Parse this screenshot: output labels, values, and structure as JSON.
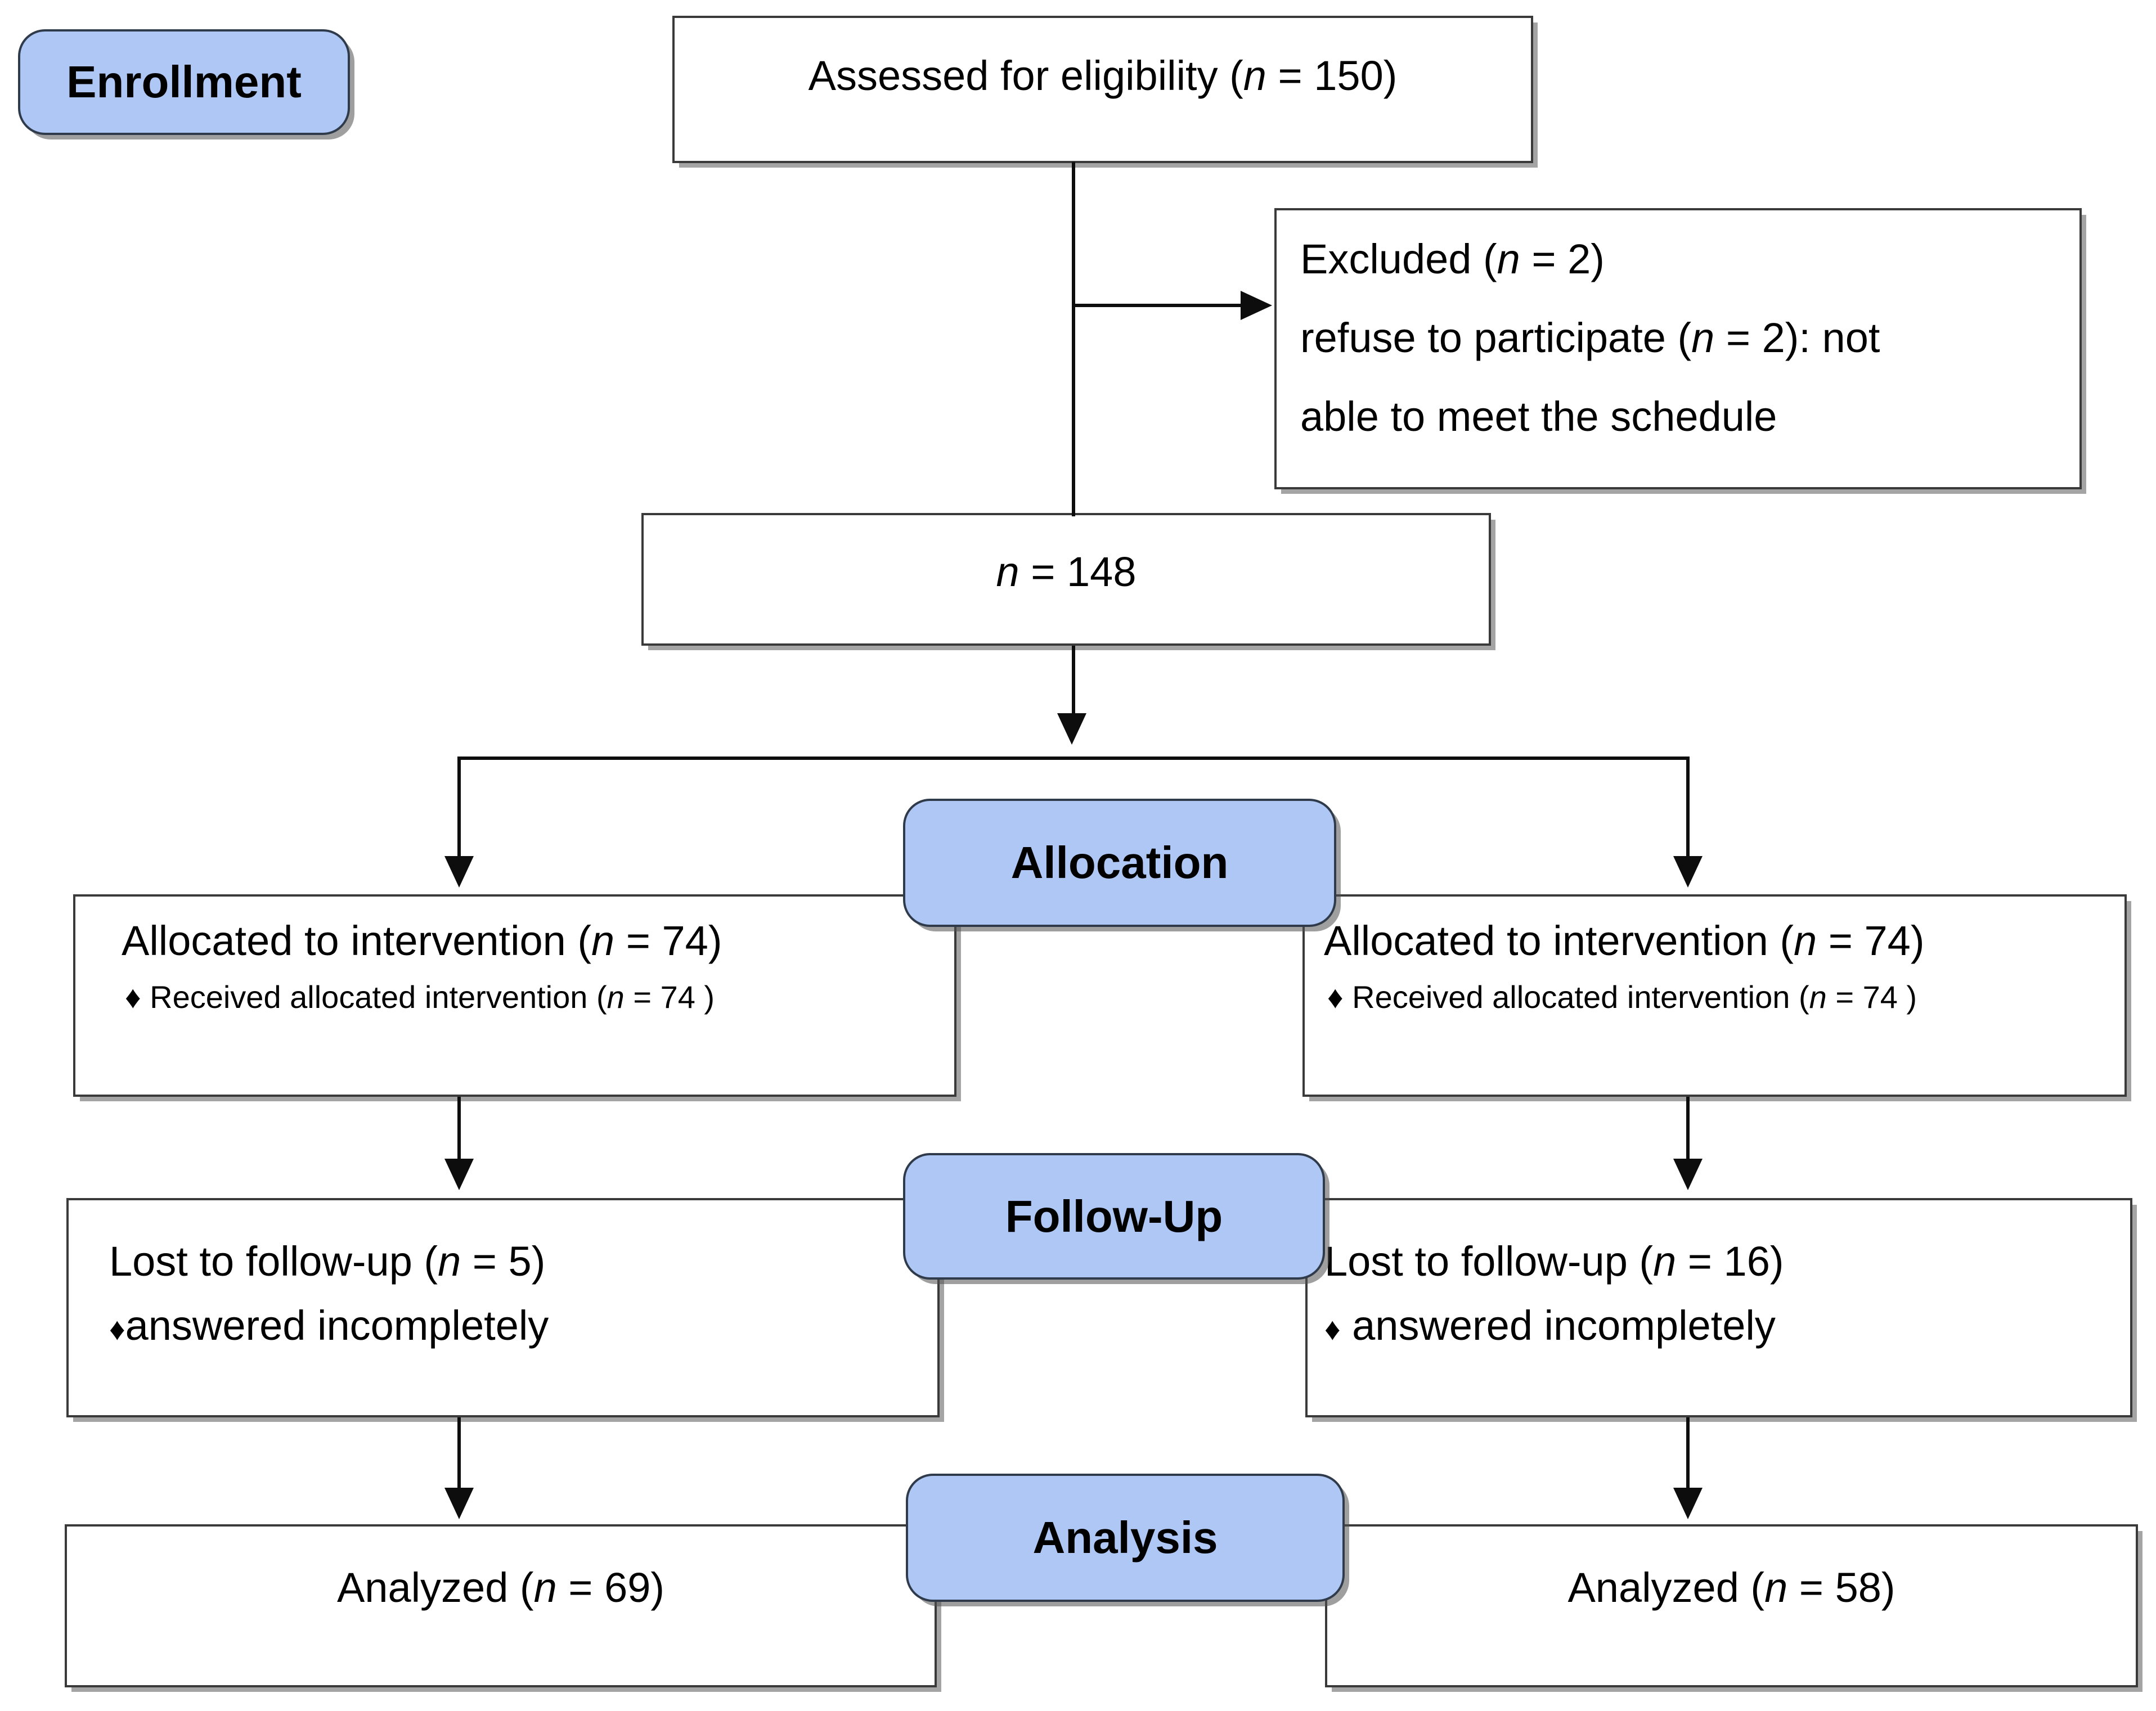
{
  "diagram": {
    "type": "consort-flow-diagram",
    "accent_color": "#aec7f5",
    "line_color": "#0d0d0d",
    "border_color": "#3a3a3a"
  },
  "stage_badges": {
    "enrollment": "Enrollment",
    "allocation": "Allocation",
    "followup": "Follow-Up",
    "analysis": "Analysis"
  },
  "enrollment": {
    "assessed": {
      "prefix": "Assessed for eligibility (",
      "n_symbol": "n",
      "value": " = 150)"
    },
    "excluded": {
      "line1_prefix": "Excluded (",
      "line1_n": "n",
      "line1_value": " = 2)",
      "line2_prefix": "refuse to participate (",
      "line2_n": "n",
      "line2_value": " = 2): not",
      "line3": "able to meet the schedule"
    },
    "randomized": {
      "n_symbol": "n",
      "value": " = 148"
    }
  },
  "allocation": {
    "left": {
      "title_prefix": "Allocated to intervention (",
      "title_n": "n",
      "title_value": " = 74)",
      "bullet": "♦",
      "sub_prefix": " Received allocated intervention (",
      "sub_n": "n",
      "sub_value": " = 74 )"
    },
    "right": {
      "title_prefix": "Allocated to intervention (",
      "title_n": "n",
      "title_value": " = 74)",
      "bullet": "♦",
      "sub_prefix": " Received allocated intervention (",
      "sub_n": "n",
      "sub_value": " = 74 )"
    }
  },
  "followup": {
    "left": {
      "title_prefix": "Lost to follow-up (",
      "title_n": "n",
      "title_value": " = 5)",
      "bullet": "♦",
      "sub": "answered incompletely"
    },
    "right": {
      "title_prefix": "Lost to follow-up (",
      "title_n": "n",
      "title_value": " = 16)",
      "bullet": "♦",
      "sub": " answered incompletely"
    }
  },
  "analysis": {
    "left": {
      "prefix": "Analyzed (",
      "n_symbol": "n",
      "value": " = 69)"
    },
    "right": {
      "prefix": "Analyzed (",
      "n_symbol": "n",
      "value": " = 58)"
    }
  }
}
